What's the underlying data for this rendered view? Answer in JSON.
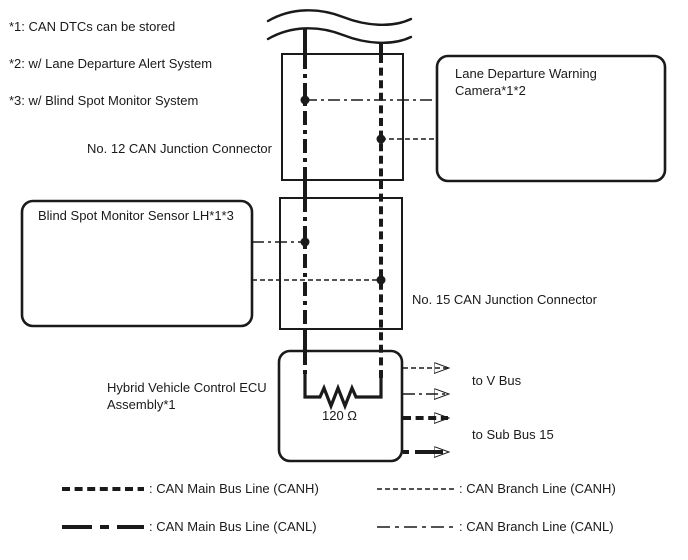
{
  "notes": {
    "n1": "*1: CAN DTCs can be stored",
    "n2": "*2: w/ Lane Departure Alert System",
    "n3": "*3: w/ Blind Spot Monitor System"
  },
  "diagram": {
    "junction12_label": "No. 12 CAN Junction Connector",
    "junction15_label": "No. 15 CAN Junction Connector",
    "camera_label": "Lane Departure Warning Camera*1*2",
    "blind_spot_label": "Blind Spot Monitor Sensor LH*1*3",
    "ecu_label": "Hybrid Vehicle Control ECU Assembly*1",
    "resistor_label": "120 Ω",
    "to_v_bus_label": "to V Bus",
    "to_sub_bus_label": "to Sub Bus 15"
  },
  "legend": {
    "items": [
      {
        "label": ": CAN Main Bus Line (CANH)",
        "style": "main-canh"
      },
      {
        "label": ": CAN Main Bus Line (CANL)",
        "style": "main-canl"
      },
      {
        "label": ": CAN Branch Line (CANH)",
        "style": "branch-canh"
      },
      {
        "label": ": CAN Branch Line (CANL)",
        "style": "branch-canl"
      }
    ]
  },
  "colors": {
    "line": "#1a1a1a",
    "background": "#ffffff"
  }
}
